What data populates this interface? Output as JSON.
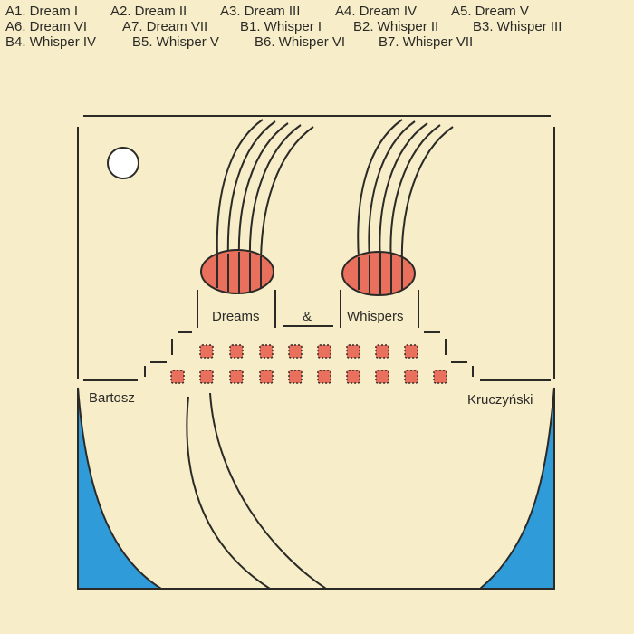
{
  "tracklist": [
    [
      "A1. Dream I",
      "A2. Dream II",
      "A3. Dream III",
      "A4. Dream IV",
      "A5. Dream V"
    ],
    [
      "A6. Dream VI",
      "A7. Dream VII",
      "B1. Whisper I",
      "B2. Whisper II",
      "B3. Whisper III"
    ],
    [
      "B4. Whisper IV",
      "B5. Whisper V",
      "B6. Whisper VI",
      "B7. Whisper VII"
    ]
  ],
  "title": {
    "word1": "Dreams",
    "amp": "&",
    "word2": "Whispers"
  },
  "artist": {
    "first": "Bartosz",
    "last": "Kruczyński"
  },
  "colors": {
    "background": "#f7eec9",
    "line": "#2b2a27",
    "red": "#e8705c",
    "blue": "#2f9bd8"
  }
}
